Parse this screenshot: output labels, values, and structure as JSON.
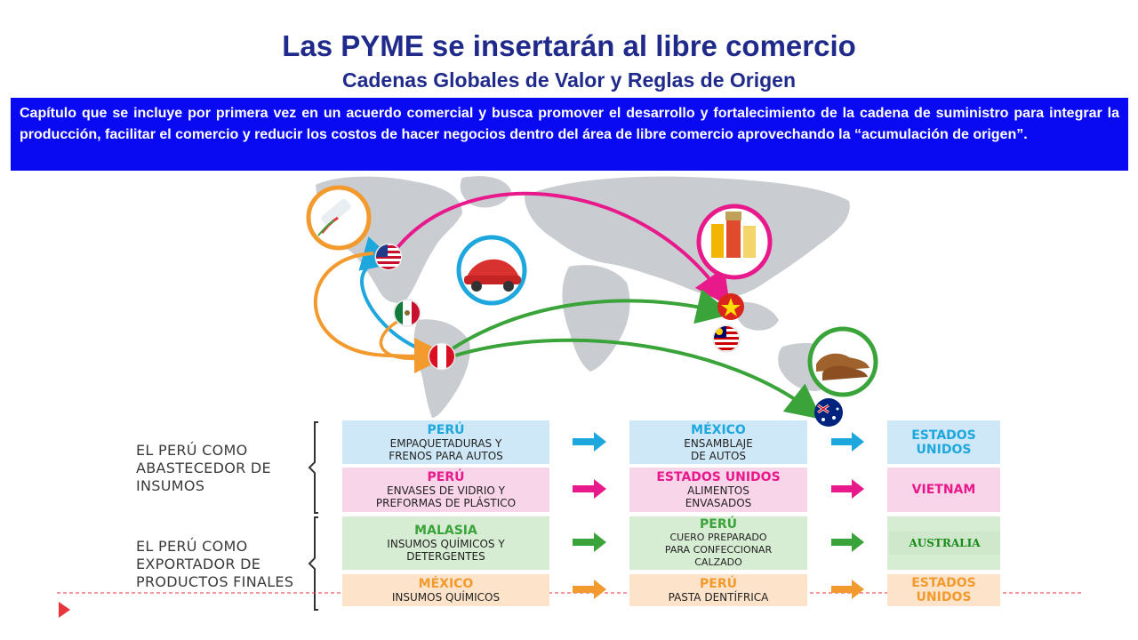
{
  "slide": {
    "title": "Las PYME se insertarán al libre comercio",
    "subtitle": "Cadenas Globales de Valor y Reglas de Origen",
    "description": "Capítulo que se incluye por primera vez en un acuerdo comercial y busca promover el desarrollo y fortalecimiento de la cadena de suministro para integrar la producción, facilitar el comercio y reducir los costos de hacer negocios dentro del área de libre comercio aprovechando la “acumulación de origen”."
  },
  "groups": [
    {
      "lines": [
        "EL PERÚ COMO",
        "ABASTECEDOR DE",
        "INSUMOS"
      ]
    },
    {
      "lines": [
        "EL PERÚ COMO",
        "EXPORTADOR DE",
        "PRODUCTOS FINALES"
      ]
    }
  ],
  "rows": [
    {
      "color": "#1ea7dc",
      "origin": {
        "country": "PERÚ",
        "desc": [
          "EMPAQUETADURAS Y",
          "FRENOS PARA AUTOS"
        ]
      },
      "middle": {
        "country": "MÉXICO",
        "desc": [
          "ENSAMBLAJE",
          "DE AUTOS"
        ]
      },
      "dest": {
        "country": [
          "ESTADOS",
          "UNIDOS"
        ]
      }
    },
    {
      "color": "#e8198b",
      "origin": {
        "country": "PERÚ",
        "desc": [
          "ENVASES DE VIDRIO Y",
          "PREFORMAS DE PLÁSTICO"
        ]
      },
      "middle": {
        "country": "ESTADOS UNIDOS",
        "desc": [
          "ALIMENTOS",
          "ENVASADOS"
        ]
      },
      "dest": {
        "country": [
          "VIETNAM"
        ]
      }
    },
    {
      "color": "#3aa33a",
      "origin": {
        "country": "MALASIA",
        "desc": [
          "INSUMOS QUÍMICOS Y",
          "DETERGENTES"
        ]
      },
      "middle": {
        "country": "PERÚ",
        "desc": [
          "CUERO PREPARADO",
          "PARA CONFECCIONAR",
          "CALZADO"
        ]
      },
      "dest": {
        "country": [
          "AUSTRALIA"
        ]
      }
    },
    {
      "color": "#f29a2e",
      "origin": {
        "country": "MÉXICO",
        "desc": [
          "INSUMOS QUÍMICOS"
        ]
      },
      "middle": {
        "country": "PERÚ",
        "desc": [
          "PASTA DENTÍFRICA"
        ]
      },
      "dest": {
        "country": [
          "ESTADOS",
          "UNIDOS"
        ]
      }
    }
  ],
  "map": {
    "flags": [
      "usa-flag",
      "mexico-flag",
      "peru-flag",
      "vietnam-flag",
      "malaysia-flag",
      "australia-flag"
    ],
    "products": [
      "toothpaste-icon",
      "car-icon",
      "food-jars-icon",
      "shoes-icon"
    ]
  }
}
